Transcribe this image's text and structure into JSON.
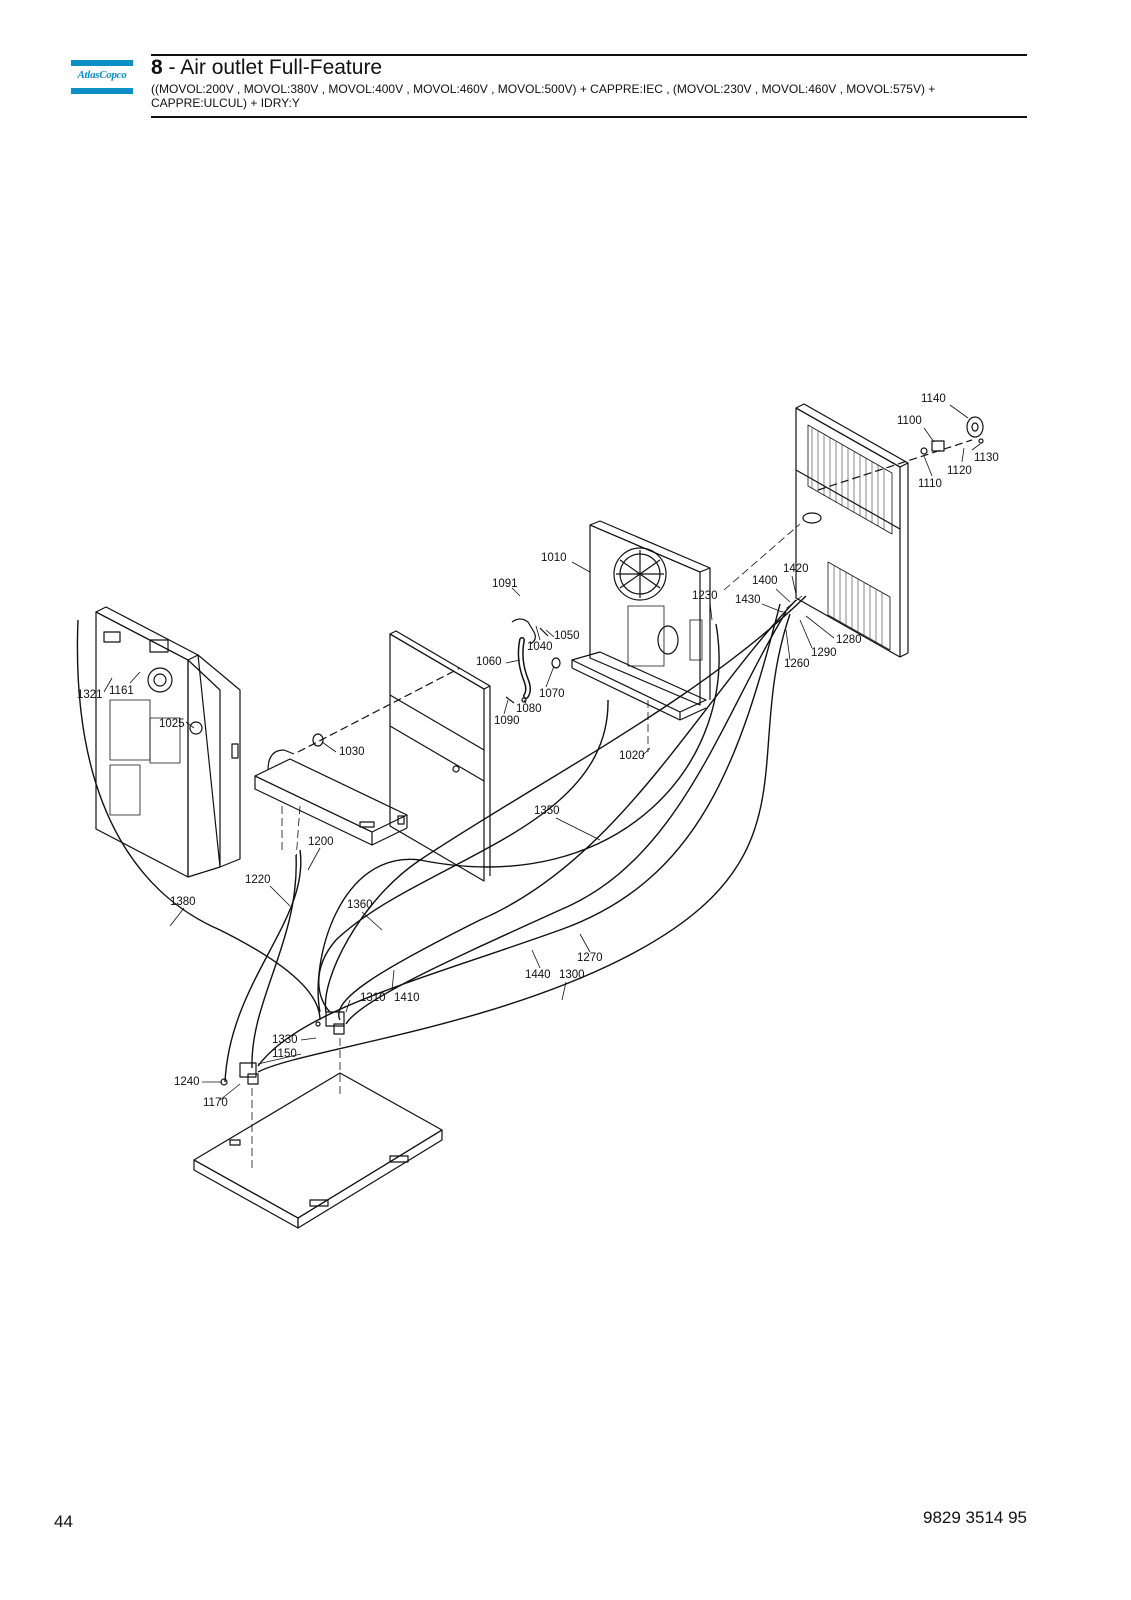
{
  "header": {
    "logo_text": "AtlasCopco",
    "section_number": "8",
    "section_separator": " - ",
    "section_title": "Air outlet Full-Feature",
    "subtitle": "((MOVOL:200V , MOVOL:380V , MOVOL:400V , MOVOL:460V , MOVOL:500V) + CAPPRE:IEC , (MOVOL:230V , MOVOL:460V , MOVOL:575V) + CAPPRE:ULCUL) + IDRY:Y"
  },
  "diagram": {
    "callouts": [
      "1140",
      "1100",
      "1130",
      "1120",
      "1110",
      "1010",
      "1091",
      "1230",
      "1420",
      "1400",
      "1430",
      "1280",
      "1290",
      "1260",
      "1050",
      "1040",
      "1060",
      "1070",
      "1080",
      "1090",
      "1020",
      "1321",
      "1161",
      "1025",
      "1030",
      "1350",
      "1200",
      "1220",
      "1380",
      "1360",
      "1270",
      "1440",
      "1300",
      "1310",
      "1410",
      "1330",
      "1150",
      "1240",
      "1170"
    ]
  },
  "footer": {
    "page_number": "44",
    "document_number": "9829 3514 95"
  },
  "colors": {
    "brand": "#0a8fc6",
    "ink": "#111111"
  }
}
